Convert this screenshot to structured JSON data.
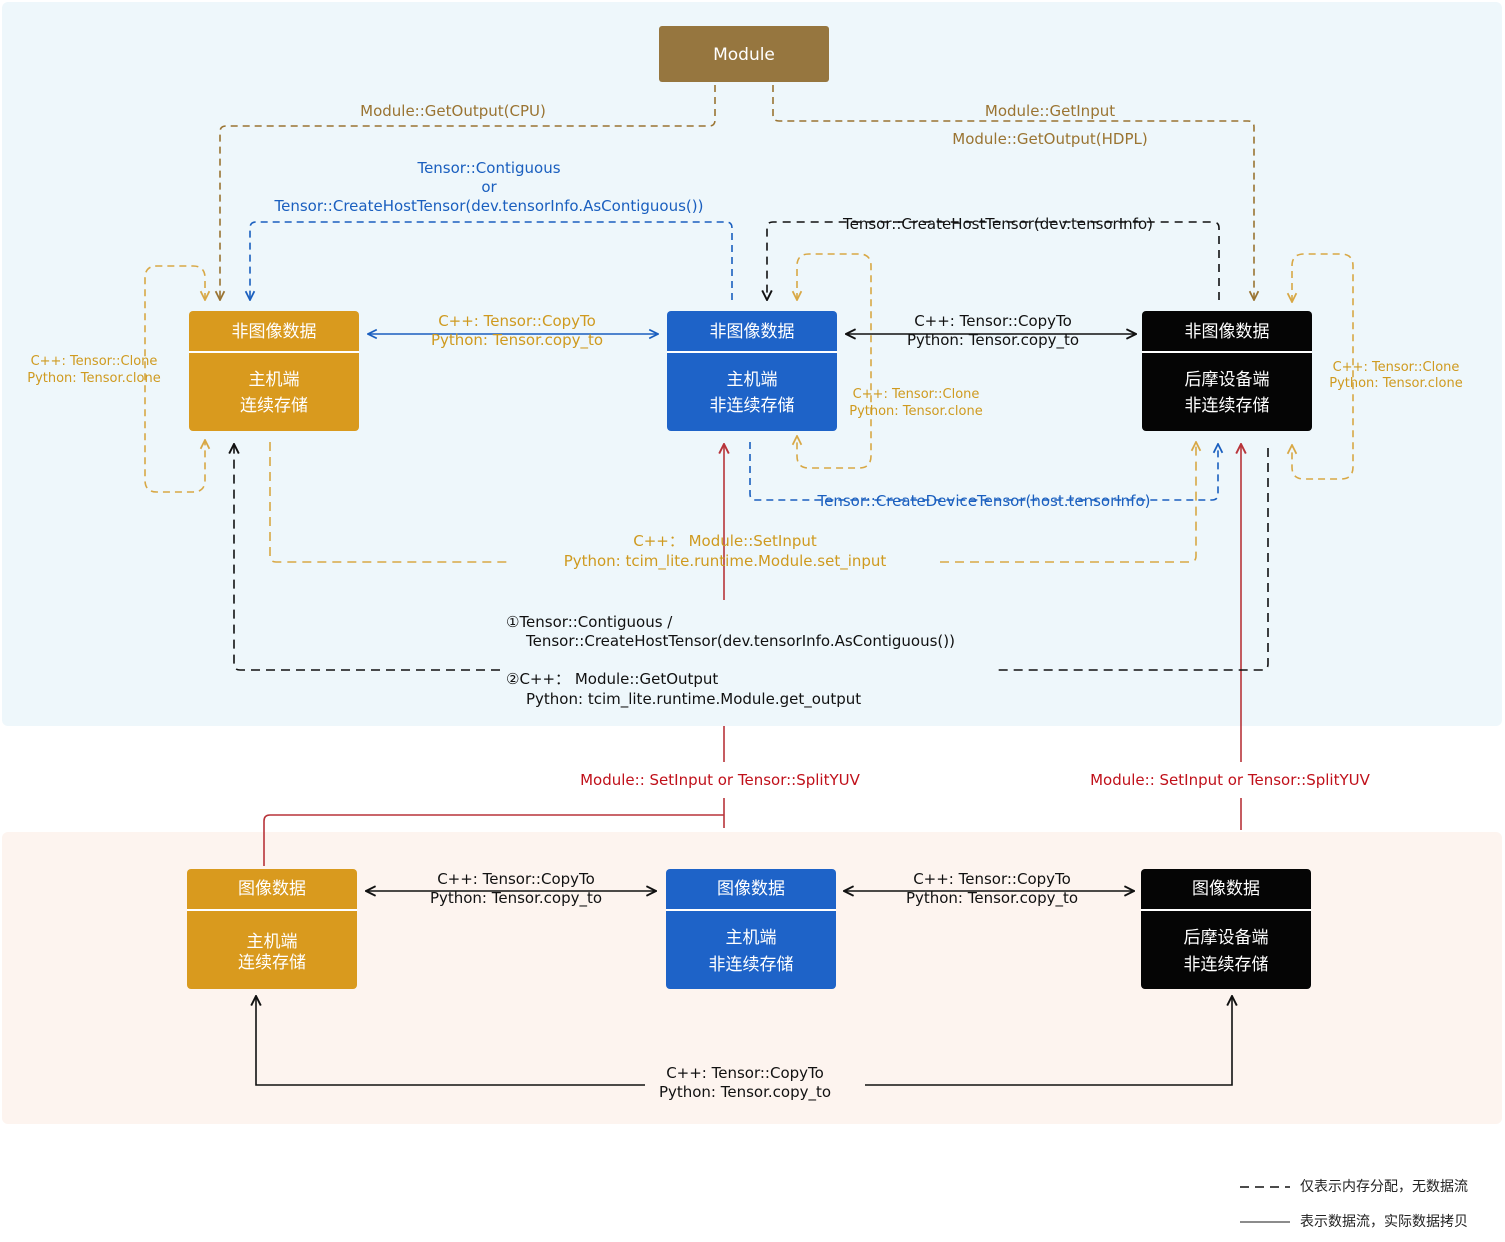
{
  "colors": {
    "host": "#d99a1e",
    "host_noncontig": "#1e63c8",
    "device": "#050505",
    "module": "#96763f",
    "panel_top": "#eef7fb",
    "panel_bottom": "#fdf4ef",
    "arrow_blue": "#1a5fbf",
    "arrow_gold": "#d8a845",
    "arrow_brown": "#9a7432",
    "arrow_red": "#b8343a",
    "arrow_black": "#111111"
  },
  "module": {
    "label": "Module"
  },
  "top_nodes": {
    "host": {
      "header": "非图像数据",
      "line1": "主机端",
      "line2": "连续存储"
    },
    "noncontig": {
      "header": "非图像数据",
      "line1": "主机端",
      "line2": "非连续存储"
    },
    "device": {
      "header": "非图像数据",
      "line1": "后摩设备端",
      "line2": "非连续存储"
    }
  },
  "bottom_nodes": {
    "host": {
      "header": "图像数据",
      "line1": "主机端",
      "line2": "连续存储"
    },
    "noncontig": {
      "header": "图像数据",
      "line1": "主机端",
      "line2": "非连续存储"
    },
    "device": {
      "header": "图像数据",
      "line1": "后摩设备端",
      "line2": "非连续存储"
    }
  },
  "labels": {
    "get_output_cpu": "Module::GetOutput(CPU)",
    "get_input": "Module::GetInput",
    "get_output_hdpl": "Module::GetOutput(HDPL)",
    "contiguous_1": "Tensor::Contiguous",
    "contiguous_or": "or",
    "contiguous_2": "Tensor::CreateHostTensor(dev.tensorInfo.AsContiguous())",
    "create_host": "Tensor::CreateHostTensor(dev.tensorInfo)",
    "copyto_gold_1": "C++: Tensor::CopyTo",
    "copyto_gold_2": "Python: Tensor.copy_to",
    "copyto_black_1": "C++: Tensor::CopyTo",
    "copyto_black_2": "Python: Tensor.copy_to",
    "clone_left_1": "C++: Tensor::Clone",
    "clone_left_2": "Python: Tensor.clone",
    "clone_mid_1": "C++: Tensor::Clone",
    "clone_mid_2": "Python: Tensor.clone",
    "clone_right_1": "C++: Tensor::Clone",
    "clone_right_2": "Python: Tensor.clone",
    "create_device": "Tensor::CreateDeviceTensor(host.tensorInfo)",
    "setinput_1": "C++：  Module::SetInput",
    "setinput_2": "Python: tcim_lite.runtime.Module.set_input",
    "step1_a": "①Tensor::Contiguous /",
    "step1_b": "Tensor::CreateHostTensor(dev.tensorInfo.AsContiguous())",
    "step2_a": "②C++：  Module::GetOutput",
    "step2_b": "Python: tcim_lite.runtime.Module.get_output",
    "splityuv_mid": "Module:: SetInput or Tensor::SplitYUV",
    "splityuv_right": "Module:: SetInput or Tensor::SplitYUV",
    "bottom_copy_left_1": "C++: Tensor::CopyTo",
    "bottom_copy_left_2": "Python: Tensor.copy_to",
    "bottom_copy_right_1": "C++: Tensor::CopyTo",
    "bottom_copy_right_2": "Python: Tensor.copy_to",
    "bottom_copy_long_1": "C++: Tensor::CopyTo",
    "bottom_copy_long_2": "Python: Tensor.copy_to"
  },
  "legend": {
    "dashed": "仅表示内存分配，无数据流",
    "solid": "表示数据流，实际数据拷贝"
  }
}
